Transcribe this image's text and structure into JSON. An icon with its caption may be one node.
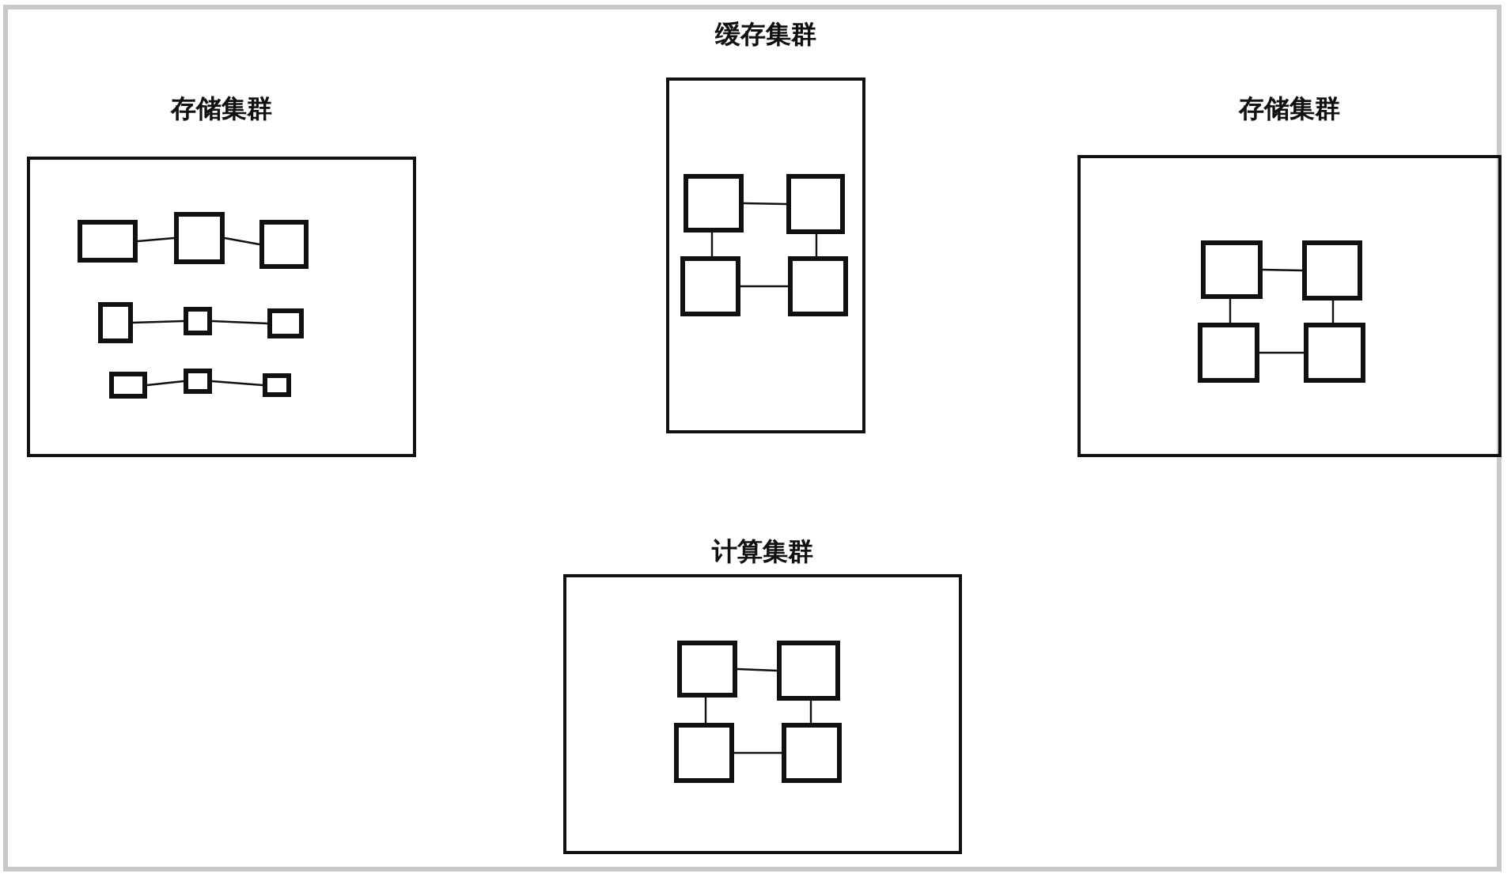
{
  "diagram": {
    "nodes": [
      {
        "text": [
          "存储集群"
        ]
      },
      {
        "text": [],
        "shape": "box",
        "in": 0
      },
      {
        "text": [],
        "shape": "box",
        "in": 0
      },
      {
        "text": [],
        "shape": "box",
        "in": 0
      },
      {
        "text": [],
        "shape": "box",
        "in": 0
      },
      {
        "text": [],
        "shape": "box",
        "in": 0
      },
      {
        "text": [],
        "shape": "box",
        "in": 0
      },
      {
        "text": [],
        "shape": "box",
        "in": 0
      },
      {
        "text": [],
        "shape": "box",
        "in": 0
      },
      {
        "text": [],
        "shape": "box",
        "in": 0
      },
      {
        "text": [
          "缓存集群"
        ]
      },
      {
        "text": [],
        "shape": "box",
        "in": 10
      },
      {
        "text": [],
        "shape": "box",
        "in": 10
      },
      {
        "text": [],
        "shape": "box",
        "in": 10
      },
      {
        "text": [],
        "shape": "box",
        "in": 10
      },
      {
        "text": [
          "存储集群"
        ]
      },
      {
        "text": [],
        "shape": "box",
        "in": 15
      },
      {
        "text": [],
        "shape": "box",
        "in": 15
      },
      {
        "text": [],
        "shape": "box",
        "in": 15
      },
      {
        "text": [],
        "shape": "box",
        "in": 15
      },
      {
        "text": [
          "计算集群"
        ]
      },
      {
        "text": [],
        "shape": "box",
        "in": 20
      },
      {
        "text": [],
        "shape": "box",
        "in": 20
      },
      {
        "text": [],
        "shape": "box",
        "in": 20
      },
      {
        "text": [],
        "shape": "box",
        "in": 20
      }
    ],
    "edges": [
      {
        "from": 1,
        "to": 2,
        "arrow": "none"
      },
      {
        "from": 2,
        "to": 3,
        "arrow": "none"
      },
      {
        "from": 4,
        "to": 5,
        "arrow": "none"
      },
      {
        "from": 5,
        "to": 6,
        "arrow": "none"
      },
      {
        "from": 7,
        "to": 8,
        "arrow": "none"
      },
      {
        "from": 8,
        "to": 9,
        "arrow": "none"
      },
      {
        "from": 11,
        "to": 12,
        "arrow": "none"
      },
      {
        "from": 11,
        "to": 13,
        "arrow": "none"
      },
      {
        "from": 12,
        "to": 14,
        "arrow": "none"
      },
      {
        "from": 13,
        "to": 14,
        "arrow": "none"
      },
      {
        "from": 16,
        "to": 17,
        "arrow": "none"
      },
      {
        "from": 16,
        "to": 18,
        "arrow": "none"
      },
      {
        "from": 17,
        "to": 19,
        "arrow": "none"
      },
      {
        "from": 18,
        "to": 19,
        "arrow": "none"
      },
      {
        "from": 21,
        "to": 22,
        "arrow": "none"
      },
      {
        "from": 21,
        "to": 23,
        "arrow": "none"
      },
      {
        "from": 22,
        "to": 24,
        "arrow": "none"
      },
      {
        "from": 23,
        "to": 24,
        "arrow": "none"
      }
    ]
  }
}
